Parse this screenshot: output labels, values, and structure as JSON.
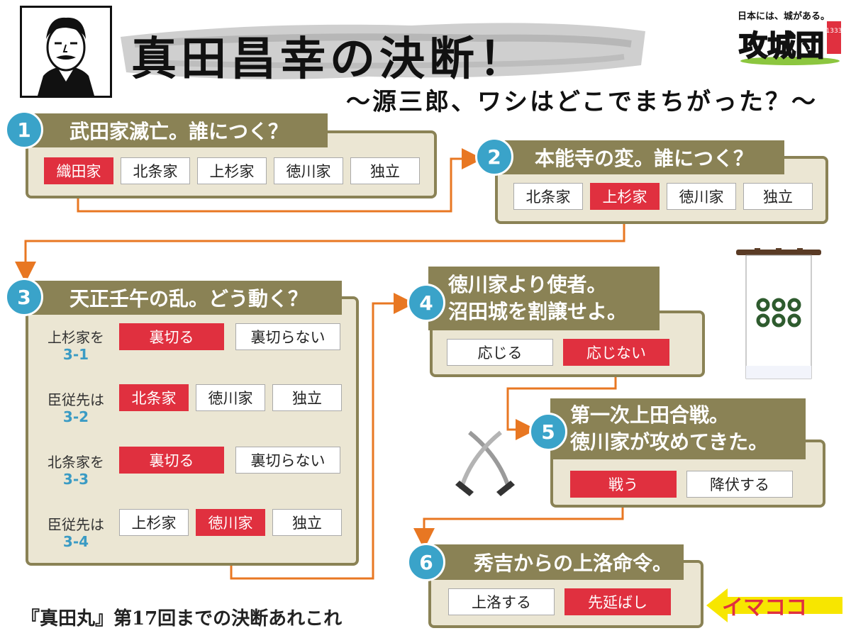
{
  "header": {
    "title": "真田昌幸の決断！",
    "subtitle": "～源三郎、ワシはどこでまちがった？～",
    "logo_tagline": "日本には、城がある。",
    "logo_text": "攻城団",
    "logo_badge": "1333"
  },
  "steps": {
    "s1": {
      "num": "1",
      "title": "武田家滅亡。誰につく？",
      "options": [
        "織田家",
        "北条家",
        "上杉家",
        "徳川家",
        "独立"
      ]
    },
    "s2": {
      "num": "2",
      "title": "本能寺の変。誰につく？",
      "options": [
        "北条家",
        "上杉家",
        "徳川家",
        "独立"
      ]
    },
    "s3": {
      "num": "3",
      "title": "天正壬午の乱。どう動く？",
      "rows": [
        {
          "label": "上杉家を",
          "sub": "3-1",
          "options": [
            "裏切る",
            "裏切らない"
          ]
        },
        {
          "label": "臣従先は",
          "sub": "3-2",
          "options": [
            "北条家",
            "徳川家",
            "独立"
          ]
        },
        {
          "label": "北条家を",
          "sub": "3-3",
          "options": [
            "裏切る",
            "裏切らない"
          ]
        },
        {
          "label": "臣従先は",
          "sub": "3-4",
          "options": [
            "上杉家",
            "徳川家",
            "独立"
          ]
        }
      ]
    },
    "s4": {
      "num": "4",
      "title_line1": "徳川家より使者。",
      "title_line2": "沼田城を割譲せよ。",
      "options": [
        "応じる",
        "応じない"
      ]
    },
    "s5": {
      "num": "5",
      "title_line1": "第一次上田合戦。",
      "title_line2": "徳川家が攻めてきた。",
      "options": [
        "戦う",
        "降伏する"
      ]
    },
    "s6": {
      "num": "6",
      "title": "秀吉からの上洛命令。",
      "options": [
        "上洛する",
        "先延ばし"
      ]
    }
  },
  "selected": {
    "s1": "織田家",
    "s2": "上杉家",
    "s3_1": "裏切る",
    "s3_2": "北条家",
    "s3_3": "裏切る",
    "s3_4": "徳川家",
    "s4": "応じない",
    "s5": "戦う",
    "s6": "先延ばし"
  },
  "footer": "『真田丸』第17回までの決断あれこれ",
  "current_marker": "イマココ",
  "colors": {
    "panel_bg": "#ebe6d3",
    "panel_border": "#8a8255",
    "header_bg": "#8a8255",
    "number_circle": "#3aa3c9",
    "selected": "#e0303f",
    "arrow": "#e87722",
    "current_arrow": "#f7e600"
  },
  "icons": [
    "portrait-illustration",
    "rokumonsen-banner-icon",
    "crossed-swords-icon",
    "left-arrow-icon"
  ]
}
